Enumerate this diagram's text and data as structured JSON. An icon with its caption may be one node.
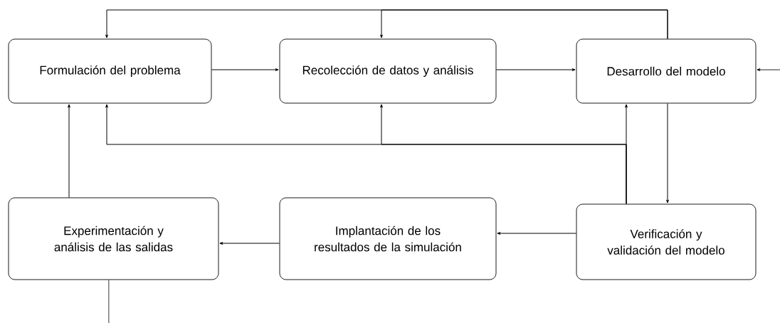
{
  "diagram": {
    "nodes": [
      {
        "text": [
          "Formulación del problema"
        ]
      },
      {
        "text": [
          "Recolección de datos y análisis"
        ]
      },
      {
        "text": [
          "Desarrollo del modelo"
        ]
      },
      {
        "text": [
          "Experimentación y análisis de las salidas"
        ]
      },
      {
        "text": [
          "Implantación de los resultados de la simulación"
        ]
      },
      {
        "text": [
          "Verificación y validación del modelo"
        ]
      }
    ],
    "edges": [
      {
        "from": 0,
        "to": 1,
        "arrow": "to"
      },
      {
        "from": 1,
        "to": 2,
        "arrow": "to"
      },
      {
        "from": null,
        "to": 2,
        "arrow": "to"
      },
      {
        "from": 2,
        "to": 5,
        "arrow": "to"
      },
      {
        "from": 5,
        "to": 4,
        "arrow": "to"
      },
      {
        "from": 4,
        "to": 3,
        "arrow": "to"
      },
      {
        "from": 3,
        "to": 0,
        "arrow": "to"
      },
      {
        "from": 3,
        "to": null,
        "arrow": "none"
      },
      {
        "from": 2,
        "to": 0,
        "arrow": "to"
      },
      {
        "from": 2,
        "to": 1,
        "arrow": "to"
      },
      {
        "from": 5,
        "to": 0,
        "arrow": "to"
      },
      {
        "from": 5,
        "to": 1,
        "arrow": "to"
      },
      {
        "from": 5,
        "to": 2,
        "arrow": "to"
      }
    ]
  }
}
